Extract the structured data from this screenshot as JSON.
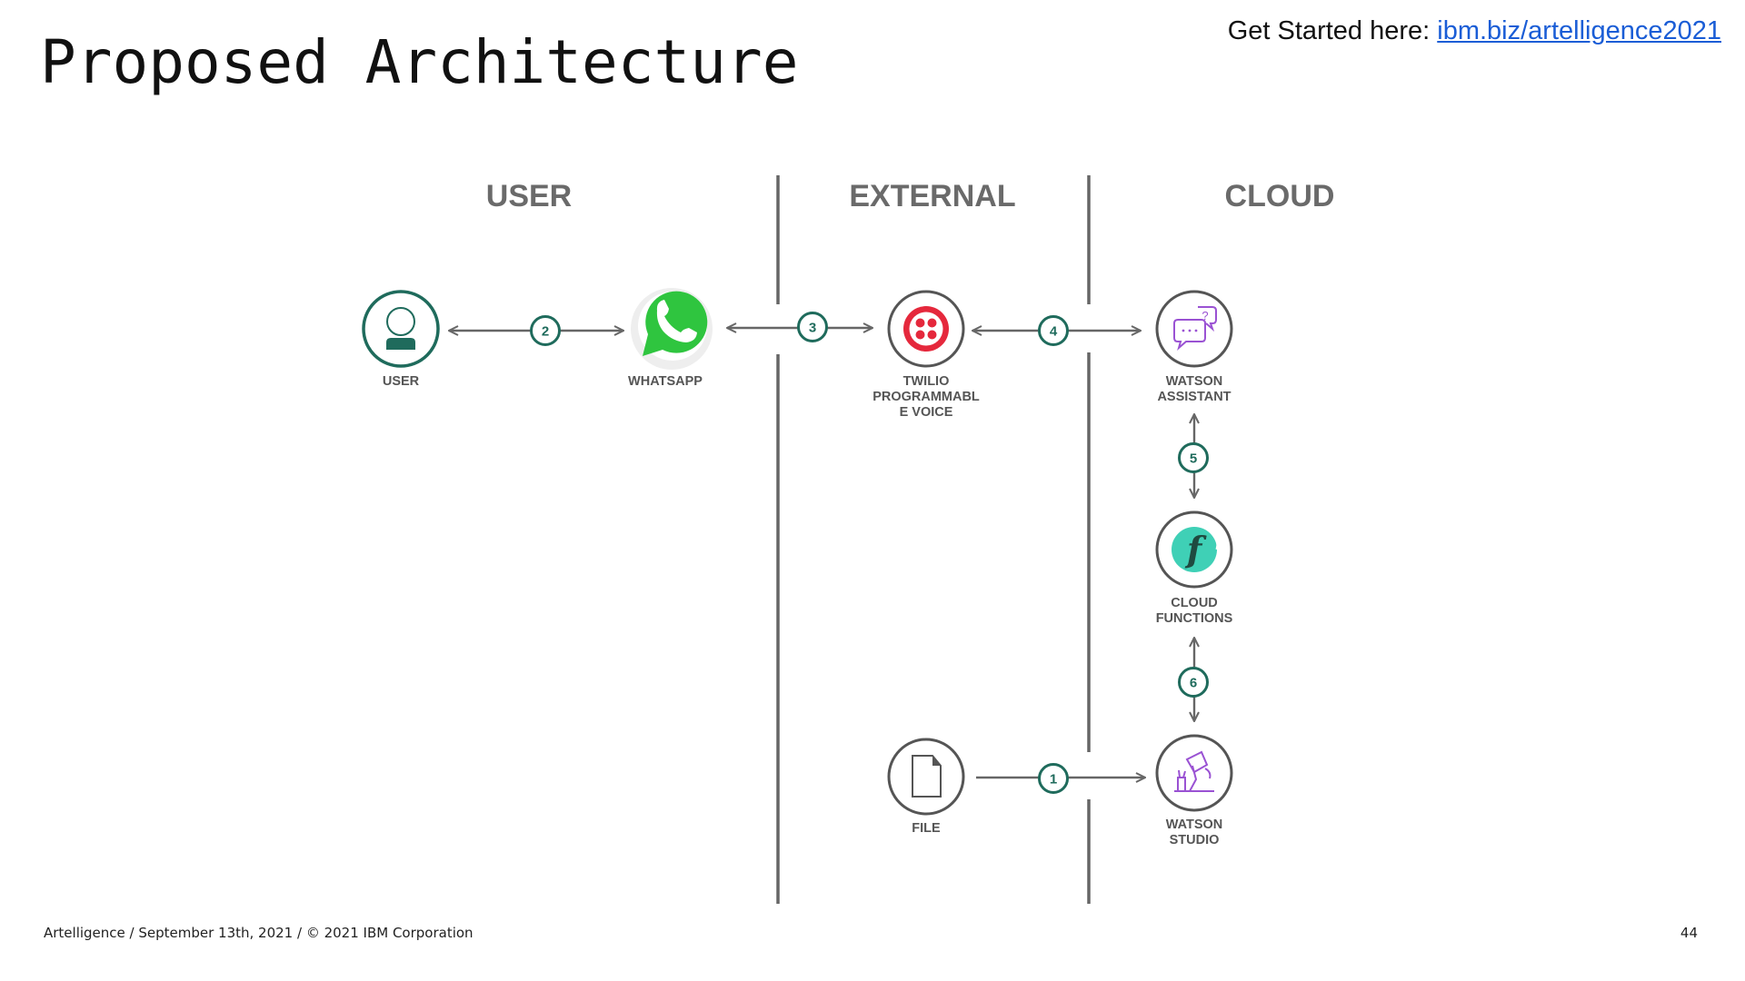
{
  "header": {
    "title": "Proposed Architecture",
    "get_started_prefix": "Get Started here: ",
    "get_started_link": "ibm.biz/artelligence2021"
  },
  "columns": [
    "USER",
    "EXTERNAL",
    "CLOUD"
  ],
  "nodes": {
    "user": [
      "USER"
    ],
    "whatsapp": [
      "WHATSAPP"
    ],
    "twilio": [
      "TWILIO",
      "PROGRAMMABL",
      "E VOICE"
    ],
    "watson_assistant": [
      "WATSON",
      "ASSISTANT"
    ],
    "cloud_functions": [
      "CLOUD",
      "FUNCTIONS"
    ],
    "file": [
      "FILE"
    ],
    "watson_studio": [
      "WATSON",
      "STUDIO"
    ]
  },
  "steps": [
    "1",
    "2",
    "3",
    "4",
    "5",
    "6"
  ],
  "footer": {
    "left": "Artelligence / September 13th, 2021 / © 2021 IBM Corporation",
    "page_number": "44"
  },
  "colors": {
    "accent": "#1f6b5c",
    "line": "#666666",
    "twilio": "#e5283c",
    "whatsapp": "#2fc53f",
    "watson_purple": "#9a52d3",
    "functions_teal": "#3fd0b6",
    "link": "#1a5dd6"
  },
  "icons": {
    "user": "person-icon",
    "whatsapp": "whatsapp-icon",
    "twilio": "twilio-icon",
    "watson_assistant": "chat-bubbles-icon",
    "cloud_functions": "function-icon",
    "file": "document-icon",
    "watson_studio": "desk-lamp-icon"
  }
}
